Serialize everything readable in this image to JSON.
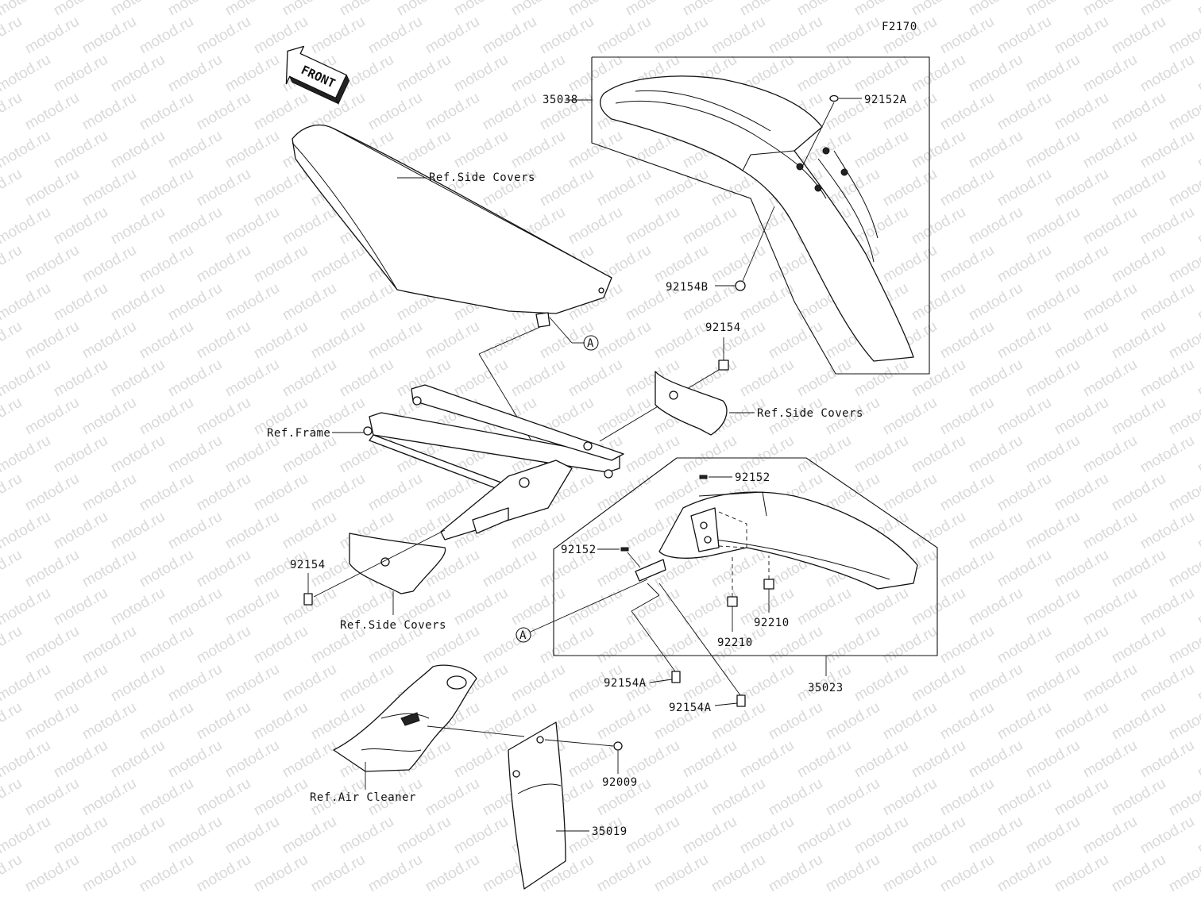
{
  "figure_code": "F2170",
  "watermark": "motod.ru",
  "front_badge": "FRONT",
  "callout_letter": "A",
  "labels": {
    "front_fender": "35038",
    "bolt_92152A": "92152A",
    "ref_side_covers_seat": "Ref.Side Covers",
    "bolt_92154B": "92154B",
    "bolt_92154_top": "92154",
    "ref_side_covers_right": "Ref.Side Covers",
    "ref_frame": "Ref.Frame",
    "clip_92152_top": "92152",
    "clip_92152_mid": "92152",
    "bolt_92154_left": "92154",
    "ref_side_covers_left": "Ref.Side Covers",
    "nut_92210_right": "92210",
    "nut_92210_left": "92210",
    "rear_fender": "35023",
    "bolt_92154A_1": "92154A",
    "bolt_92154A_2": "92154A",
    "screw_92009": "92009",
    "ref_air_cleaner": "Ref.Air Cleaner",
    "flap": "35019"
  },
  "colors": {
    "line": "#111111",
    "watermark": "#d9d9d9",
    "background": "#ffffff"
  }
}
